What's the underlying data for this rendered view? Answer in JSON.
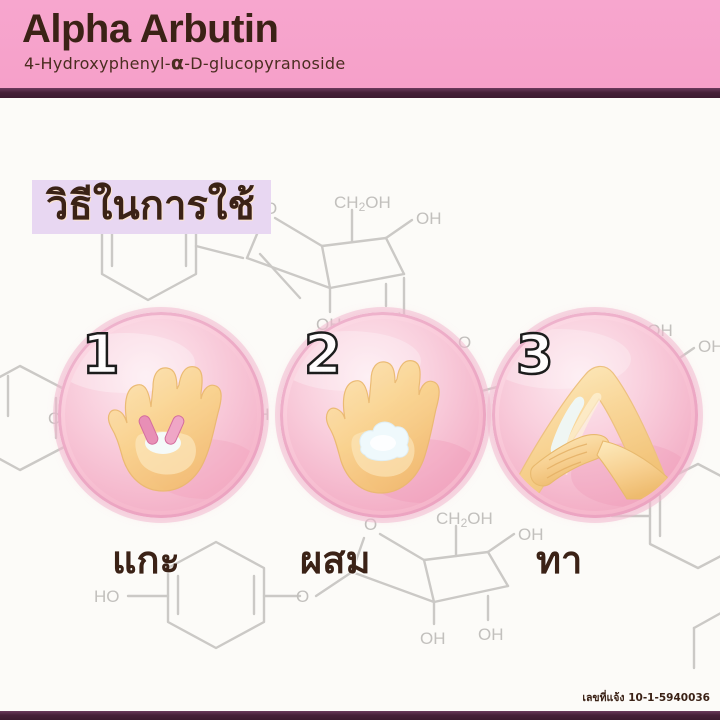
{
  "header": {
    "title": "Alpha Arbutin",
    "subtitle_pre": "4-Hydroxyphenyl-",
    "subtitle_alpha": "α",
    "subtitle_post": "-D-glucopyranoside",
    "bg_color": "#f7a3cc",
    "text_color": "#3b2216",
    "bar_color": "#462038"
  },
  "howto": {
    "label": "วิธีในการใช้",
    "highlight_color": "#e8d7f2"
  },
  "steps": [
    {
      "number": "1",
      "caption": "แกะ",
      "icon": "hand-with-capsule-icon"
    },
    {
      "number": "2",
      "caption": "ผสม",
      "icon": "hand-with-cream-icon"
    },
    {
      "number": "3",
      "caption": "ทา",
      "icon": "applying-cream-to-arm-icon"
    }
  ],
  "chem_labels": {
    "o": "O",
    "ch2oh_pre": "CH",
    "ch2oh_sub": "2",
    "ch2oh_post": "OH",
    "oh": "OH",
    "ho": "HO"
  },
  "footer": {
    "note": "เลขที่แจ้ง 10-1-5940036"
  },
  "colors": {
    "background": "#fcfbf8",
    "chem_line": "#c9c7c4",
    "circle_pink": "#f6b9cd",
    "skin": "#f8d79a"
  }
}
